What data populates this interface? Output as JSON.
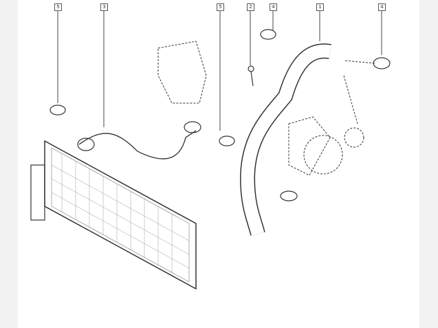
{
  "callouts": [
    {
      "id": "c1",
      "label": "5"
    },
    {
      "id": "c2",
      "label": "3"
    },
    {
      "id": "c3",
      "label": "5"
    },
    {
      "id": "c4",
      "label": "2"
    },
    {
      "id": "c5",
      "label": "4"
    },
    {
      "id": "c6",
      "label": "1"
    },
    {
      "id": "c7",
      "label": "4"
    }
  ]
}
